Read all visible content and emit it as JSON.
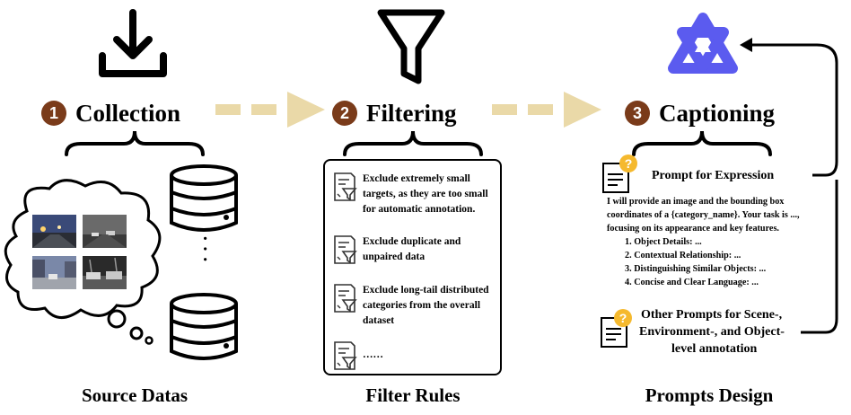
{
  "stages": [
    {
      "number": "1",
      "label": "Collection"
    },
    {
      "number": "2",
      "label": "Filtering"
    },
    {
      "number": "3",
      "label": "Captioning"
    }
  ],
  "footers": {
    "collection": "Source Datas",
    "filtering": "Filter Rules",
    "captioning": "Prompts Design"
  },
  "collection": {
    "db_ellipsis": "· · ·",
    "thumbnails": [
      "night-street",
      "night-highway-thermal",
      "city-street",
      "parked-cars-thermal"
    ]
  },
  "filter_rules": [
    {
      "text": "Exclude extremely small targets, as they are too small for automatic annotation."
    },
    {
      "text": "Exclude duplicate and unpaired data"
    },
    {
      "text": "Exclude long-tail distributed categories from the overall dataset"
    },
    {
      "text": "……"
    }
  ],
  "captioning": {
    "prompt_title": "Prompt for Expression",
    "prompt_intro_1": "I will provide an image and the bounding box",
    "prompt_intro_2": "coordinates of a {category_name}. Your task is ...,",
    "prompt_intro_3": "focusing on its appearance and key features.",
    "prompt_items": [
      "1. Object Details: ...",
      "2. Contextual Relationship: ...",
      "3. Distinguishing Similar Objects: ...",
      "4. Concise and Clear Language: ..."
    ],
    "other_prompts_1": "Other Prompts  for Scene-,",
    "other_prompts_2": "Environment-, and Object-",
    "other_prompts_3": "level annotation"
  },
  "colors": {
    "badge": "#7a3b1a",
    "arrow": "#ead9a8",
    "logo": "#5b5bef",
    "question": "#f5b92e"
  }
}
